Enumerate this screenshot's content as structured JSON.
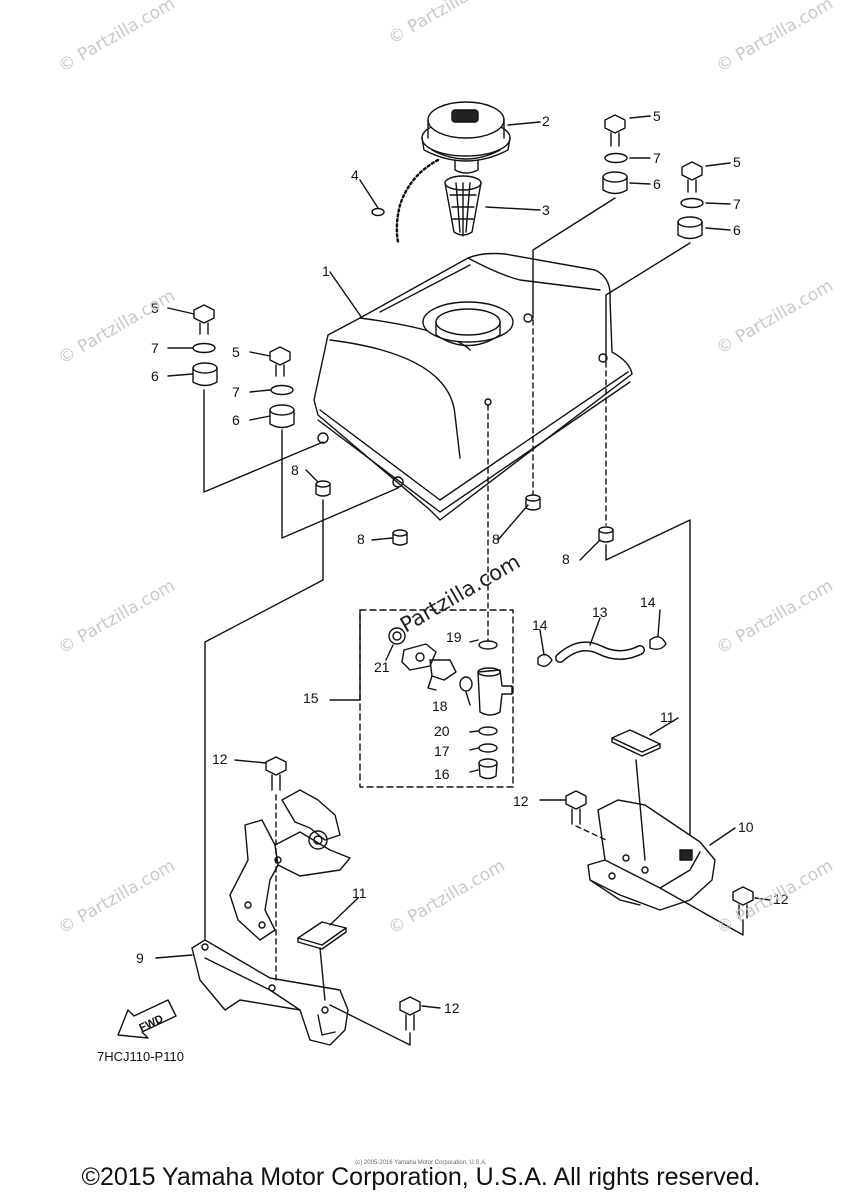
{
  "watermark": "© Partzilla.com",
  "watermark_main": "Partzilla.com",
  "diagram_code": "7HCJ110-P110",
  "fwd_label": "FWD",
  "copyright": "©2015 Yamaha Motor Corporation, U.S.A. All rights reserved.",
  "copyright_small": "(c) 2005-2016 Yamaha Motor Corporation, U.S.A.",
  "callouts": [
    "1",
    "2",
    "3",
    "4",
    "5",
    "5",
    "5",
    "5",
    "6",
    "6",
    "6",
    "6",
    "7",
    "7",
    "7",
    "7",
    "8",
    "8",
    "8",
    "8",
    "9",
    "10",
    "11",
    "11",
    "12",
    "12",
    "12",
    "12",
    "13",
    "14",
    "14",
    "15",
    "16",
    "17",
    "18",
    "19",
    "20",
    "21"
  ]
}
